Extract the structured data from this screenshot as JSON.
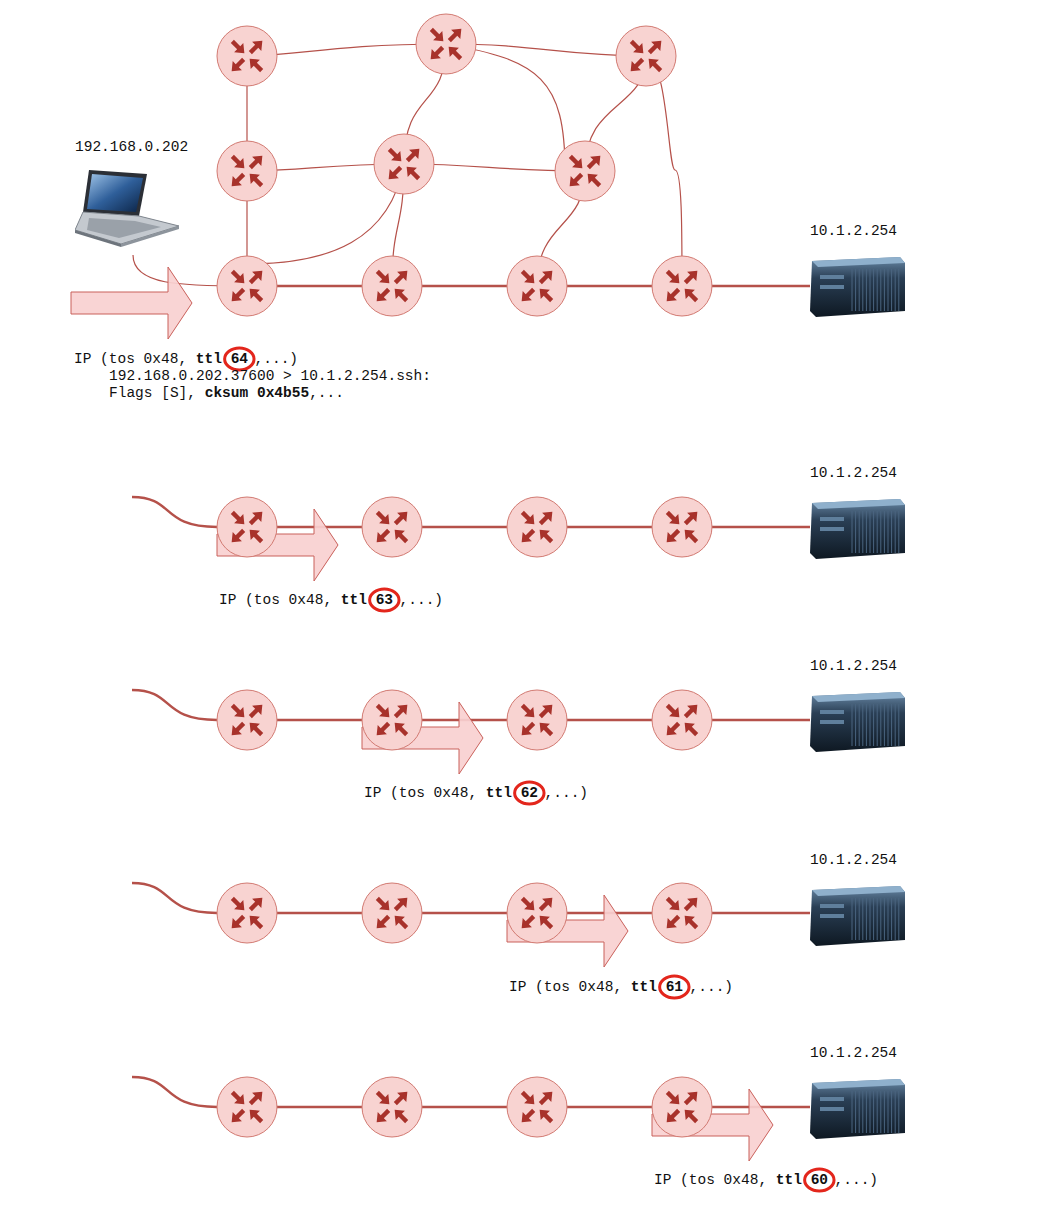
{
  "diagram": {
    "nodes": [
      {
        "text": [
          "192.168.0.202"
        ]
      },
      {
        "text": [
          "10.1.2.254"
        ]
      },
      {
        "text": [
          "10.1.2.254"
        ]
      },
      {
        "text": [
          "10.1.2.254"
        ]
      },
      {
        "text": [
          "10.1.2.254"
        ]
      },
      {
        "text": [
          "10.1.2.254"
        ]
      }
    ],
    "labels": [
      "IP (tos 0x48, ",
      "ttl",
      "64",
      ",...)",
      "192.168.0.202.37600 > 10.1.2.254.ssh:",
      "Flags [S], ",
      "cksum 0x4b55",
      ",...",
      "IP (tos 0x48, ",
      "ttl",
      "63",
      ",...)",
      "IP (tos 0x48, ",
      "ttl",
      "62",
      ",...)",
      "IP (tos 0x48, ",
      "ttl",
      "61",
      ",...)",
      "IP (tos 0x48, ",
      "ttl",
      "60",
      ",...)"
    ]
  }
}
